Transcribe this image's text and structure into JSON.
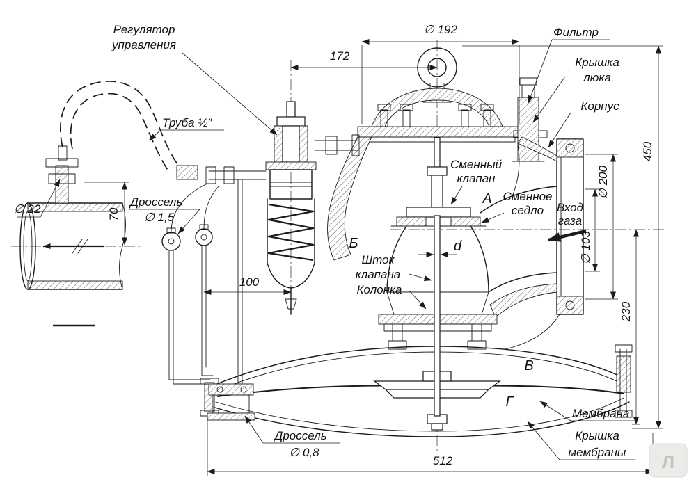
{
  "drawing": {
    "callouts": {
      "control_regulator": {
        "line1": "Регулятор",
        "line2": "управления"
      },
      "pipe_half_inch": "Труба ½”",
      "filter": "Фильтр",
      "hatch_cover": {
        "line1": "Крышка",
        "line2": "люка"
      },
      "body": "Корпус",
      "replaceable_valve": {
        "line1": "Сменный",
        "line2": "клапан"
      },
      "replaceable_seat": {
        "line1": "Сменное",
        "line2": "седло"
      },
      "gas_inlet": {
        "line1": "Вход",
        "line2": "газа"
      },
      "valve_stem": {
        "line1": "Шток",
        "line2": "клапана"
      },
      "column": "Колонка",
      "throttle_top": {
        "label": "Дроссель",
        "value": "∅ 1,5"
      },
      "throttle_bottom": {
        "label": "Дроссель",
        "value": "∅ 0,8"
      },
      "membrane": "Мембрана",
      "membrane_cover": {
        "line1": "Крышка",
        "line2": "мембраны"
      }
    },
    "zones": {
      "a": "А",
      "b": "Б",
      "v": "В",
      "g": "Г",
      "d": "d"
    },
    "dimensions": {
      "dia192": "∅ 192",
      "dim172": "172",
      "dim450": "450",
      "dia200": "∅ 200",
      "dia103": "∅ 103",
      "dim230": "230",
      "dia22": "∅ 22",
      "dim70": "70",
      "dim100": "100",
      "dim512": "512"
    },
    "watermark": "Л"
  }
}
